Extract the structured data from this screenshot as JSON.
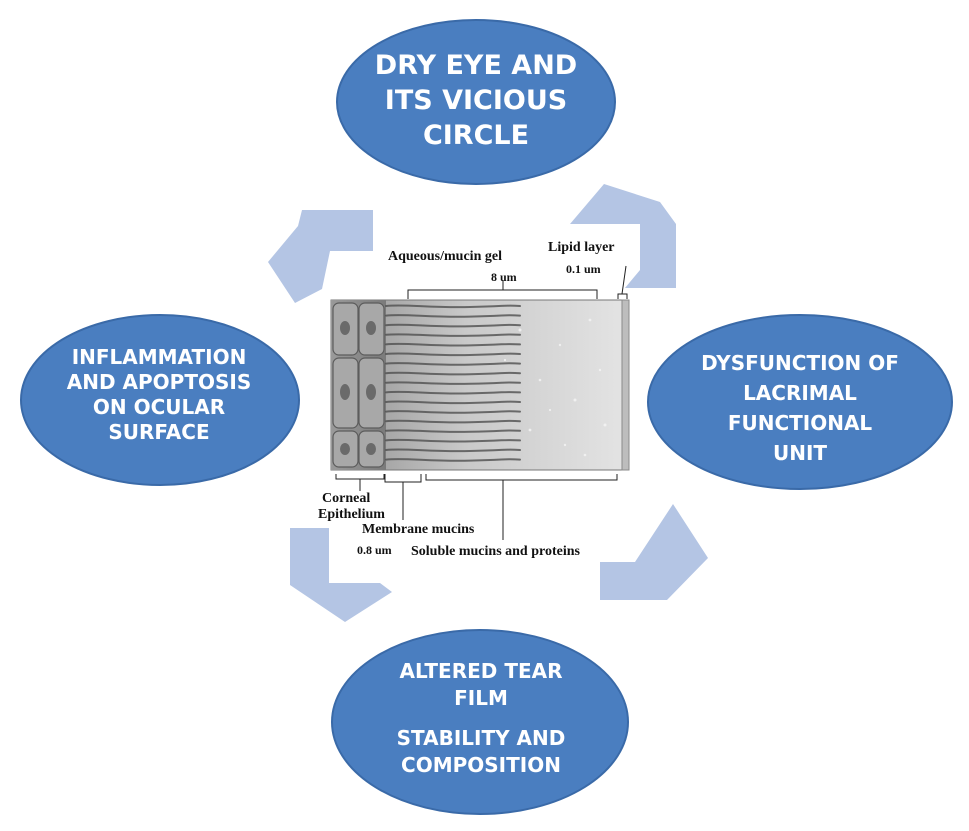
{
  "nodes": {
    "top": {
      "lines": [
        "DRY EYE AND",
        "ITS VICIOUS",
        "CIRCLE"
      ]
    },
    "right": {
      "lines": [
        "DYSFUNCTION OF",
        "LACRIMAL",
        "FUNCTIONAL",
        "UNIT"
      ]
    },
    "bottom": {
      "lines_a": [
        "ALTERED TEAR",
        "FILM"
      ],
      "lines_b": [
        "STABILITY AND",
        "COMPOSITION"
      ]
    },
    "left": {
      "lines": [
        "INFLAMMATION",
        "AND APOPTOSIS",
        "ON OCULAR",
        "SURFACE"
      ]
    }
  },
  "tear_film": {
    "aqueous_label": "Aqueous/mucin gel",
    "aqueous_size": "8 um",
    "lipid_label": "Lipid layer",
    "lipid_size": "0.1 um",
    "corneal_line1": "Corneal",
    "corneal_line2": "Epithelium",
    "membrane_label": "Membrane mucins",
    "membrane_size": "0.8 um",
    "soluble_label": "Soluble mucins and proteins"
  },
  "colors": {
    "node_fill": "#4a7ec0",
    "node_stroke": "#3a6aa8",
    "arrow_fill": "#b4c5e4",
    "node_text": "#ffffff"
  }
}
